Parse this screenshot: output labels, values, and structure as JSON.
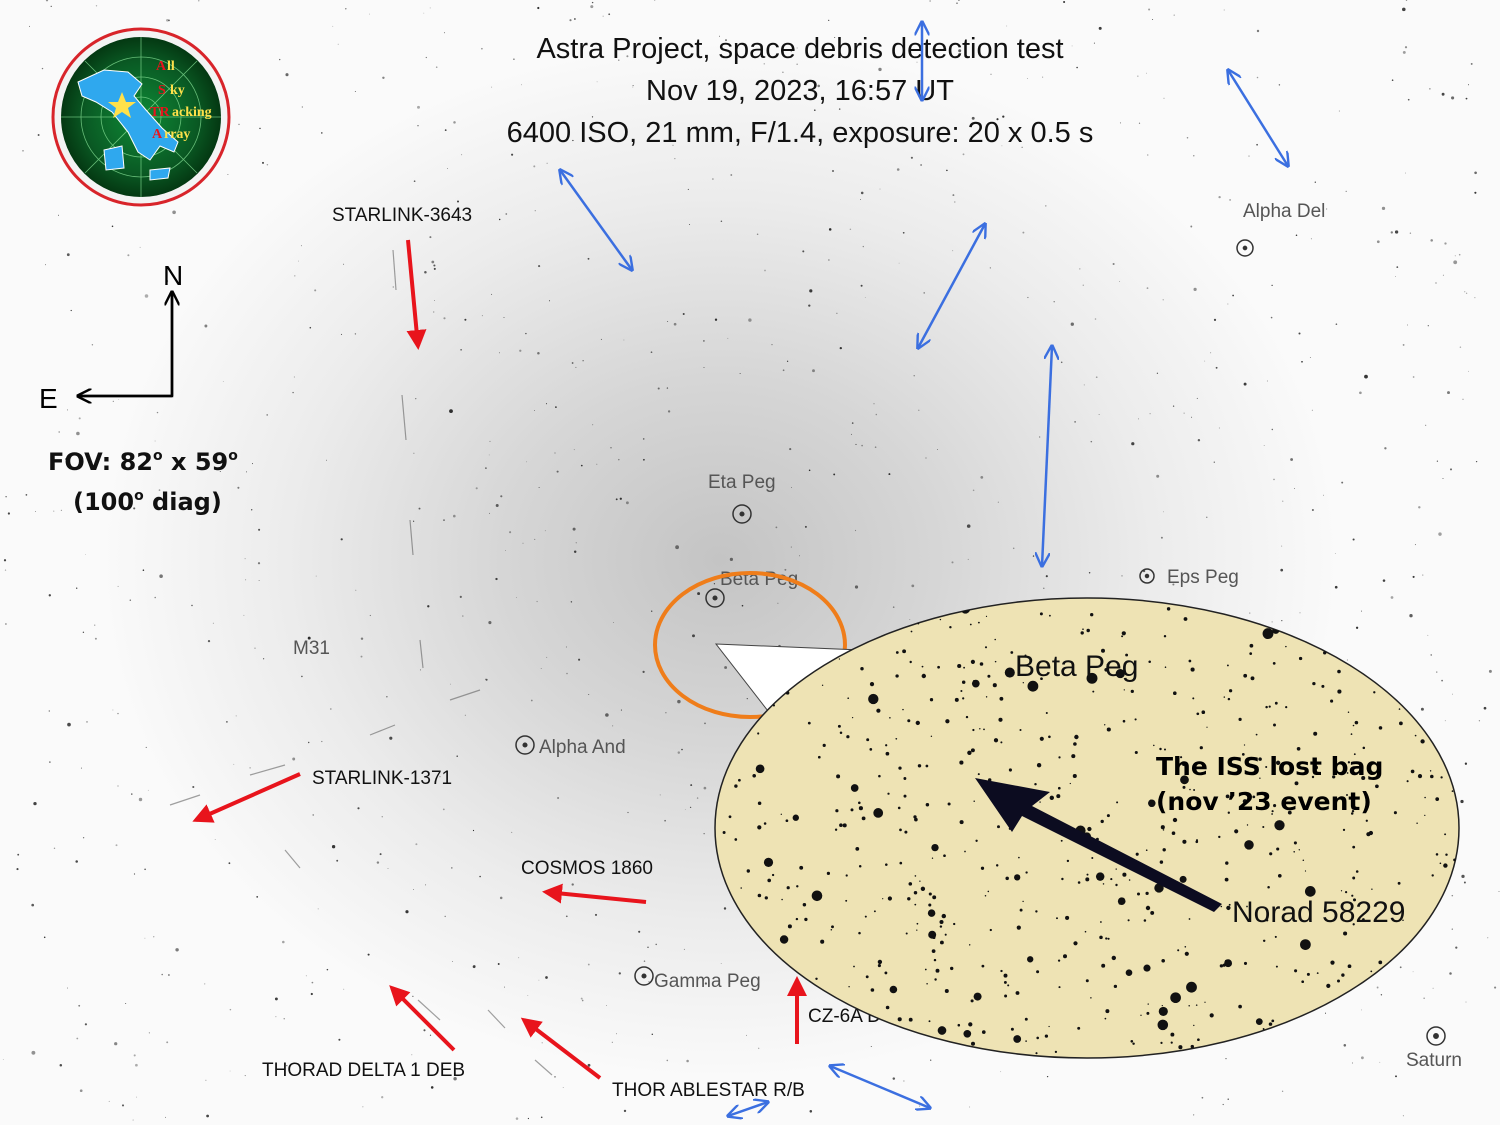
{
  "title": {
    "line1": "Astra Project, space debris detection test",
    "line2": "Nov 19, 2023, 16:57 UT",
    "line3": "6400 ISO, 21 mm, F/1.4, exposure: 20 x 0.5 s"
  },
  "logo": {
    "letters": [
      "A",
      "S",
      "TR",
      "A"
    ],
    "words": [
      "ll",
      "ky",
      "acking",
      "rray"
    ]
  },
  "compass": {
    "north": "N",
    "east": "E"
  },
  "fov": {
    "line1": "FOV: 82",
    "sup1": "o",
    "mid": " x 59",
    "sup2": "o",
    "line2a": "(100",
    "sup3": "o",
    "line2b": " diag)"
  },
  "stars": {
    "alpha_del": "Alpha Del",
    "eta_peg": "Eta Peg",
    "beta_peg": "Beta Peg",
    "eps_peg": "Eps Peg",
    "m31": "M31",
    "alpha_and": "Alpha And",
    "gamma_peg": "Gamma Peg",
    "saturn": "Saturn"
  },
  "satellites": {
    "starlink_3643": "STARLINK-3643",
    "starlink_1371": "STARLINK-1371",
    "cosmos_1860": "COSMOS 1860",
    "thorad": "THORAD DELTA 1 DEB",
    "thor_ablestar": "THOR ABLESTAR R/B",
    "cz6a": "CZ-6A D"
  },
  "inset": {
    "title": "Beta Peg",
    "note_line1": "The ISS lost bag",
    "note_line2": "(nov ’23 event)",
    "norad": "Norad 58229"
  },
  "colors": {
    "red_arrow": "#e8141c",
    "blue_arrow": "#3b6fe0",
    "orange_circle": "#ef7d1a",
    "inset_fill": "#eee3b4"
  }
}
